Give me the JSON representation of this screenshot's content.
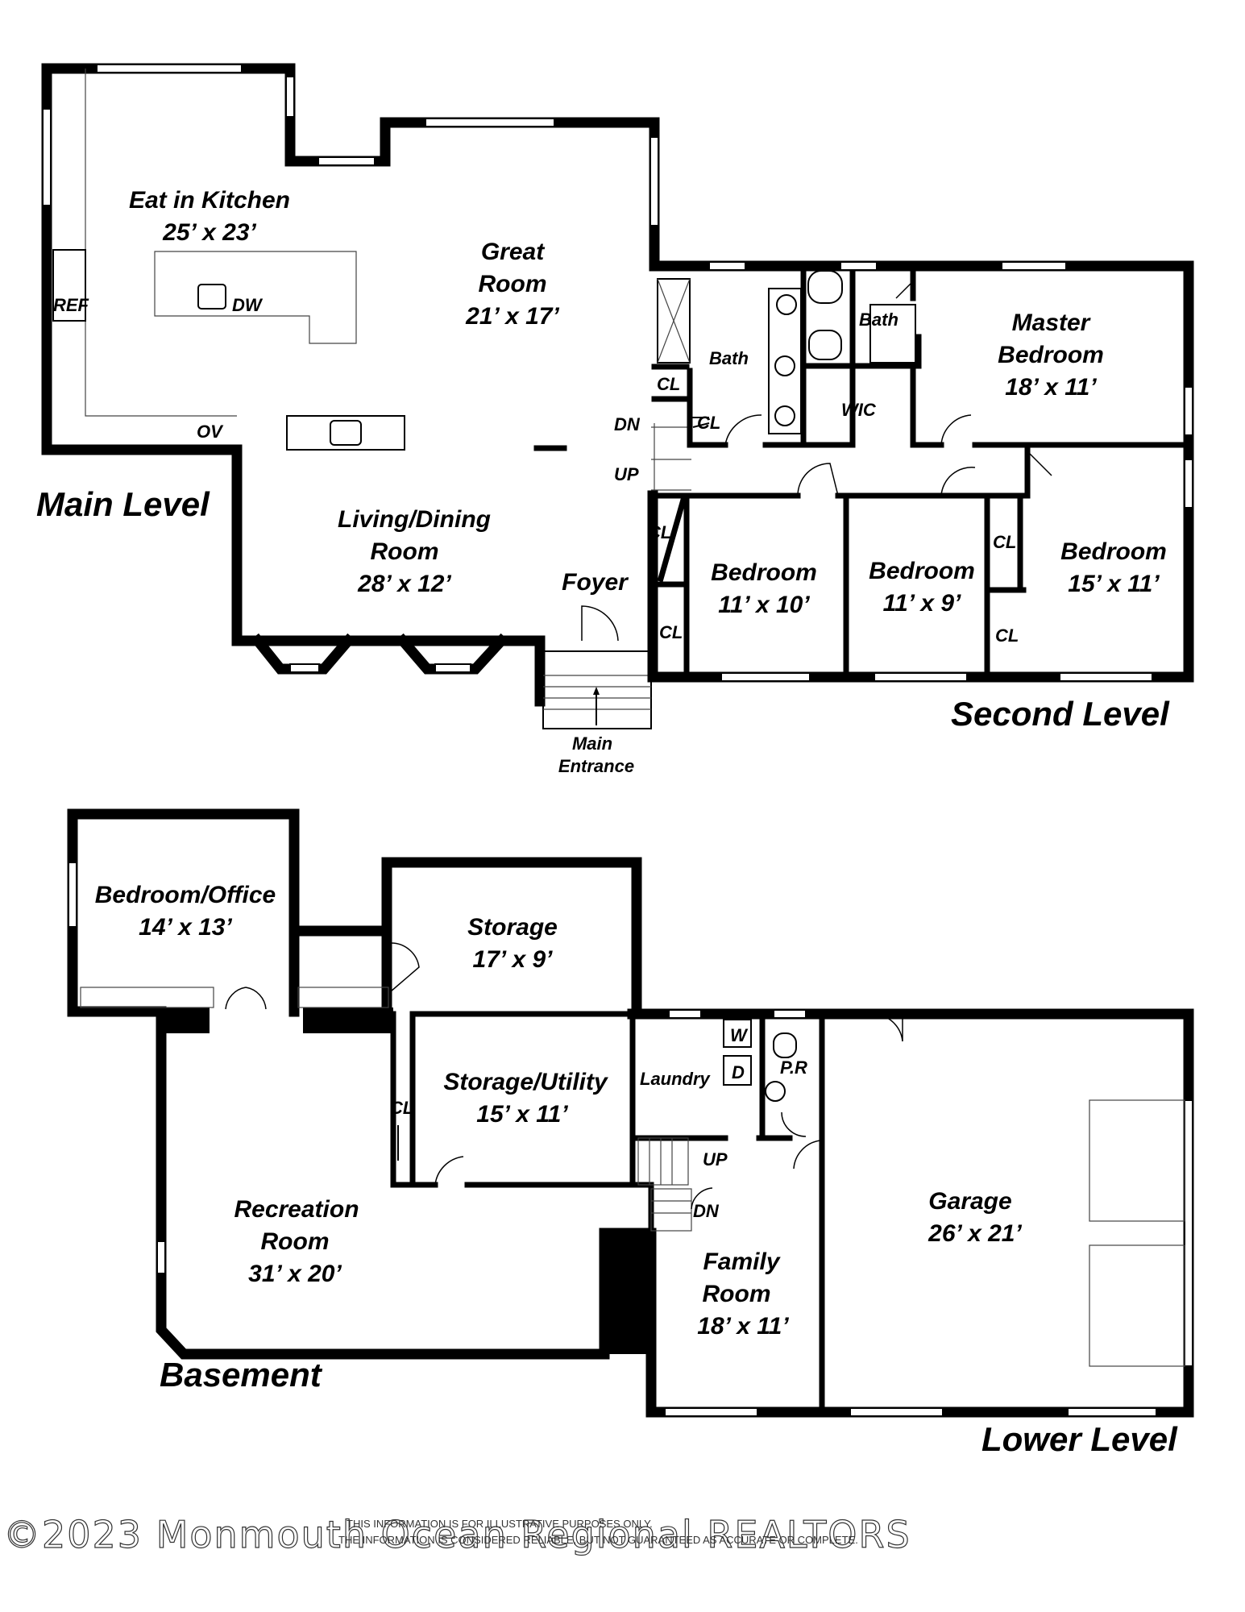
{
  "levels": {
    "main": "Main Level",
    "second": "Second Level",
    "basement": "Basement",
    "lower": "Lower Level"
  },
  "rooms": {
    "kitchen_name": "Eat in Kitchen",
    "kitchen_dim": "25’ x 23’",
    "great_name_1": "Great",
    "great_name_2": "Room",
    "great_dim": "21’ x 17’",
    "living_name_1": "Living/Dining",
    "living_name_2": "Room",
    "living_dim": "28’ x 12’",
    "foyer": "Foyer",
    "main_entrance_1": "Main",
    "main_entrance_2": "Entrance",
    "bath1": "Bath",
    "bath2": "Bath",
    "master_name_1": "Master",
    "master_name_2": "Bedroom",
    "master_dim": "18’ x 11’",
    "wic": "WIC",
    "bed1_name": "Bedroom",
    "bed1_dim": "11’ x 10’",
    "bed2_name": "Bedroom",
    "bed2_dim": "11’ x 9’",
    "bed3_name": "Bedroom",
    "bed3_dim": "15’ x 11’",
    "office_name": "Bedroom/Office",
    "office_dim": "14’ x 13’",
    "storage_name": "Storage",
    "storage_dim": "17’ x 9’",
    "utility_name": "Storage/Utility",
    "utility_dim": "15’ x 11’",
    "laundry": "Laundry",
    "pr": "P.R",
    "rec_name_1": "Recreation",
    "rec_name_2": "Room",
    "rec_dim": "31’ x 20’",
    "family_name_1": "Family",
    "family_name_2": "Room",
    "family_dim": "18’ x 11’",
    "garage_name": "Garage",
    "garage_dim": "26’ x 21’"
  },
  "fixtures": {
    "ref": "REF",
    "dw": "DW",
    "ov": "OV",
    "cl": "CL",
    "dn": "DN",
    "up": "UP",
    "washer": "W",
    "dryer": "D"
  },
  "footer": {
    "copyright": "©2023 Monmouth Ocean Regional REALTORS",
    "disclaimer_1": "THIS INFORMATION IS FOR ILLUSTRATIVE PURPOSES ONLY.",
    "disclaimer_2": "THE INFORMATION IS CONSIDERED RELIABLE, BUT NOT GUARANTEED AS ACCURATE OR COMPLETE."
  }
}
